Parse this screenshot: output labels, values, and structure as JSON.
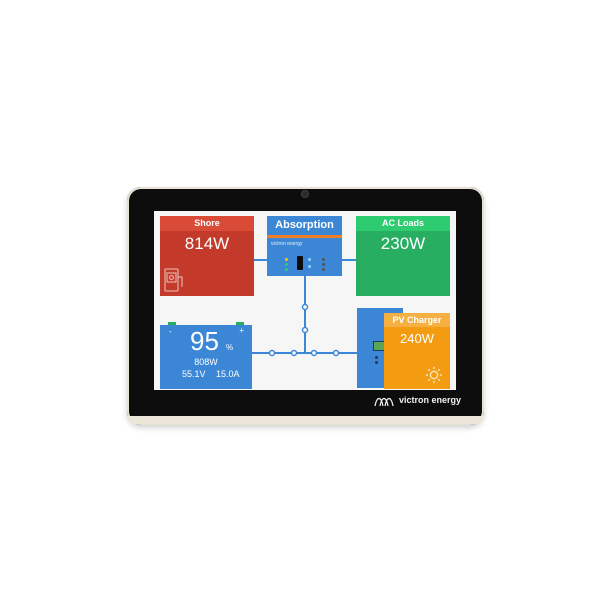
{
  "shore": {
    "title": "Shore",
    "power": "814W",
    "icon": "shore-plug-icon"
  },
  "inverter": {
    "state": "Absorption",
    "brand": "victron energy",
    "icon": "inverter-charger-icon"
  },
  "ac_loads": {
    "title": "AC Loads",
    "power": "230W"
  },
  "battery": {
    "soc": "95",
    "soc_unit": "%",
    "power": "808W",
    "voltage": "55.1V",
    "current": "15.0A",
    "minus": "-",
    "plus": "+"
  },
  "pv_charger": {
    "title": "PV Charger",
    "power": "240W",
    "icon": "sun-icon"
  },
  "device": {
    "brand": "victron energy",
    "icon": "victron-logo-icon"
  },
  "colors": {
    "shore": "#c33a2a",
    "ac_loads": "#27ae60",
    "inverter": "#3b87d6",
    "battery": "#3b87d6",
    "pv": "#f39c12",
    "wire": "#3b87d6"
  }
}
